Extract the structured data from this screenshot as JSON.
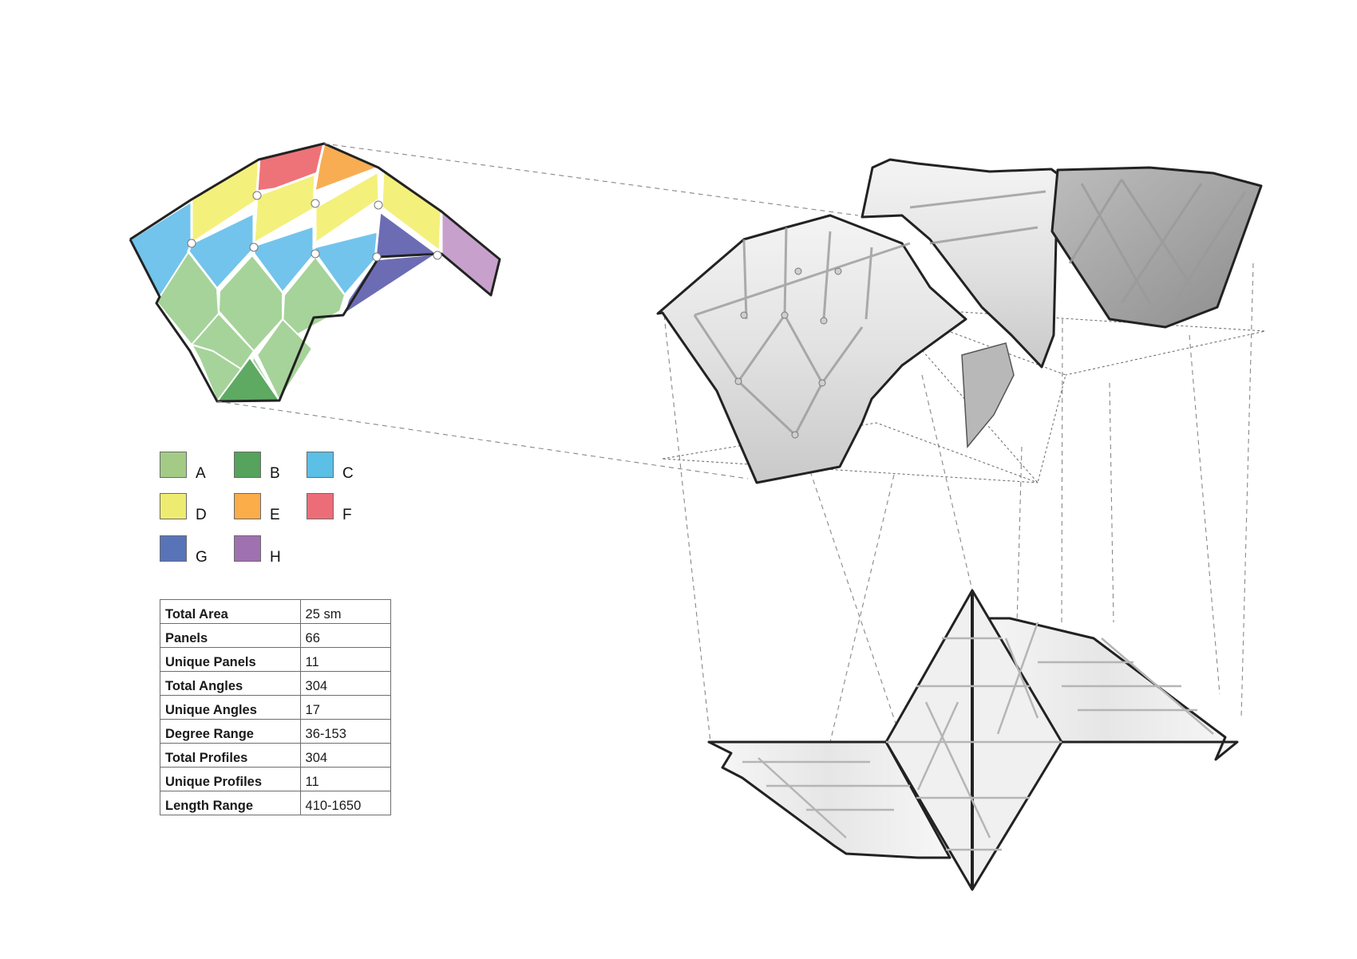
{
  "legend": {
    "items": [
      {
        "label": "A",
        "color": "#a3cb86"
      },
      {
        "label": "B",
        "color": "#55a35c"
      },
      {
        "label": "C",
        "color": "#5bbfe6"
      },
      {
        "label": "D",
        "color": "#eeec70"
      },
      {
        "label": "E",
        "color": "#fbad4a"
      },
      {
        "label": "F",
        "color": "#ec6d78"
      },
      {
        "label": "G",
        "color": "#5873b8"
      },
      {
        "label": "H",
        "color": "#9f71b1"
      }
    ]
  },
  "stats_table": {
    "rows": [
      {
        "key": "Total Area",
        "value": "25 sm"
      },
      {
        "key": "Panels",
        "value": "66"
      },
      {
        "key": "Unique Panels",
        "value": "11"
      },
      {
        "key": "Total Angles",
        "value": "304"
      },
      {
        "key": "Unique Angles",
        "value": "17"
      },
      {
        "key": "Degree Range",
        "value": "36-153"
      },
      {
        "key": "Total Profiles",
        "value": "304"
      },
      {
        "key": "Unique Profiles",
        "value": "11"
      },
      {
        "key": "Length Range",
        "value": "410-1650"
      }
    ]
  },
  "diagram": {
    "panel_colors": {
      "blue_light": "#72c4ec",
      "yellow": "#f4f07c",
      "red": "#ee7378",
      "orange": "#f8ad52",
      "indigo": "#6c6cb5",
      "violet": "#c7a0cc",
      "green_light": "#a6d39a",
      "green_dark": "#5eaa62"
    },
    "views": [
      "colored-panel-key-plan",
      "3d-assembled-shell",
      "flattened-unfolded-plan"
    ]
  }
}
